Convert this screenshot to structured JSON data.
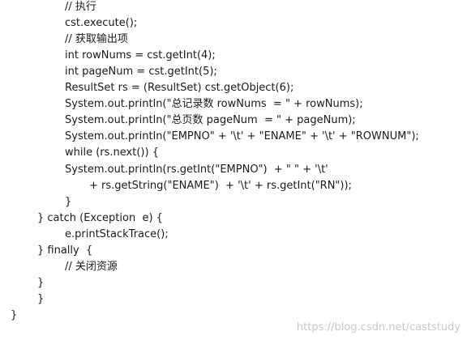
{
  "code": {
    "lines": [
      "// 执行",
      "cst.execute();",
      "// 获取输出项",
      "int rowNums = cst.getInt(4);",
      "int pageNum = cst.getInt(5);",
      "ResultSet rs = (ResultSet) cst.getObject(6);",
      "System.out.println(\"总记录数 rowNums  = \" + rowNums);",
      "System.out.println(\"总页数 pageNum  = \" + pageNum);",
      "System.out.println(\"EMPNO\" + '\\t' + \"ENAME\" + '\\t' + \"ROWNUM\");",
      "while (rs.next()) {",
      "System.out.println(rs.getInt(\"EMPNO\")  + \" \" + '\\t'",
      "+ rs.getString(\"ENAME\")  + '\\t' + rs.getInt(\"RN\"));",
      "}",
      "} catch (Exception  e) {",
      "e.printStackTrace();",
      "} finally  {",
      "// 关闭资源",
      "}",
      "}",
      "}"
    ]
  },
  "watermark": {
    "text": "https://blog.csdn.net/caststudy"
  }
}
